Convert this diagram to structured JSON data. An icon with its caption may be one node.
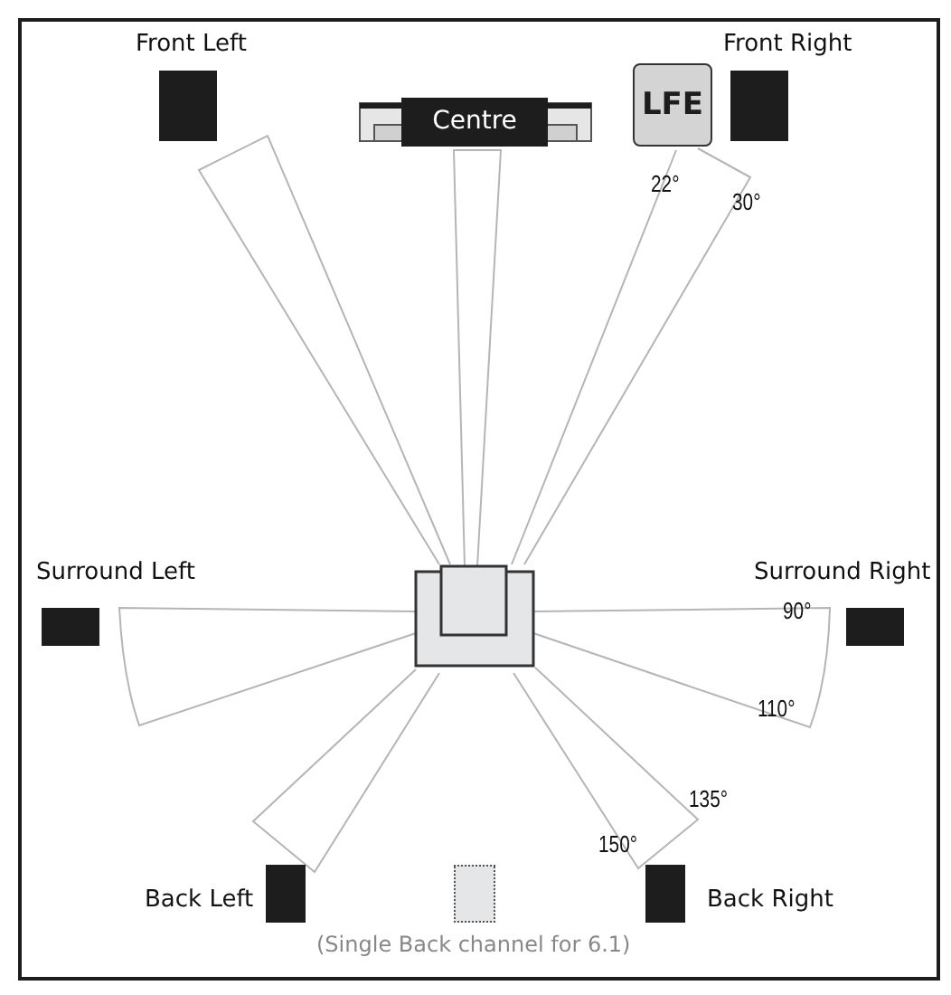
{
  "diagram": {
    "nodes": [
      {
        "text": [
          "Front Left"
        ]
      },
      {
        "text": [
          "Centre"
        ]
      },
      {
        "text": [
          "LFE"
        ]
      },
      {
        "text": [
          "Front Right"
        ]
      },
      {
        "text": [
          "Surround Left"
        ]
      },
      {
        "text": [
          "Surround Right"
        ]
      },
      {
        "text": [],
        "shape": "box"
      },
      {
        "text": [
          "Back Left"
        ]
      },
      {
        "text": [],
        "shape": "box",
        "beside": [
          "(Single Back channel for 6.1)"
        ]
      },
      {
        "text": [
          "Back Right"
        ]
      }
    ],
    "labels": [
      "22°",
      "30°",
      "90°",
      "110°",
      "135°",
      "150°"
    ]
  }
}
